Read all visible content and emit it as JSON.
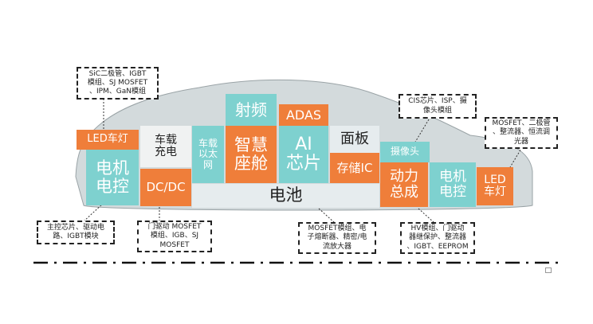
{
  "colors": {
    "teal": "#7ed1cf",
    "orange": "#ef7e3a",
    "car_body": "#cfd6d8",
    "panel": "#e6ecee"
  },
  "blocks": {
    "led_car_light_left": "LED车灯",
    "motor_control_left": "电机\n电控",
    "onboard_charger": "车载\n充电",
    "dc_dc": "DC/DC",
    "vehicle_ethernet": "车载\n以太\n网",
    "rf": "射频",
    "smart_cockpit": "智慧\n座舱",
    "adas": "ADAS",
    "ai_chip": "AI\n芯片",
    "panel": "面板",
    "storage_ic": "存储IC",
    "camera": "摄像头",
    "powertrain": "动力\n总成",
    "motor_control_right": "电机\n电控",
    "led_car_light_right": "LED\n车灯",
    "battery": "电池"
  },
  "notes": {
    "top_left": "SiC二极管、IGBT\n模组、SJ MOSFET\n、IPM、GaN模组",
    "top_mid_right": "CIS芯片、ISP、摄\n像头模组",
    "top_right": "MOSFET、二极管\n、整流器、恒流调\n光器",
    "bottom_1": "主控芯片、驱动电\n路、IGBT模块",
    "bottom_2": "门驱动   MOSFET\n模组、IGB、SJ\nMOSFET",
    "bottom_3": "MOSFET模组、电\n子熔断器、精密/电\n流放大器",
    "bottom_4": "HV模组、门驱动\n器继保护、整流器\n、IGBT、EEPROM"
  }
}
